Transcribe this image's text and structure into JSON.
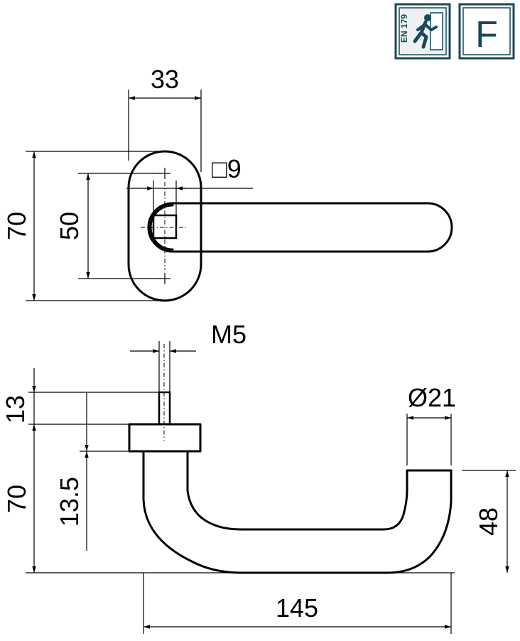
{
  "badges": {
    "standard_text": "EN 179",
    "standard_icon": "running-man-exit-icon",
    "class_letter": "F",
    "color": "#17495a"
  },
  "top_view": {
    "dim_rose_width": "33",
    "dim_square": "□9",
    "dim_rose_height": "70",
    "dim_hole_spacing": "50"
  },
  "side_view": {
    "dim_thread": "M5",
    "dim_diameter": "Ø21",
    "dim_pin": "13",
    "dim_total_height": "70",
    "dim_rose_offset": "13.5",
    "dim_grip_height": "48",
    "dim_length": "145"
  }
}
